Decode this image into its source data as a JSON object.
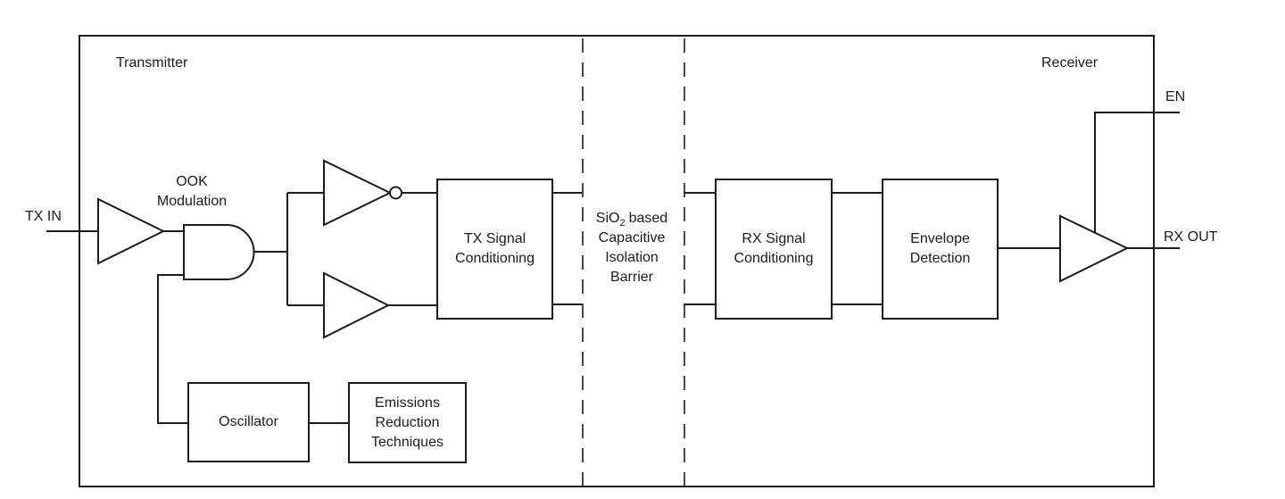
{
  "diagram": {
    "regions": {
      "transmitter": "Transmitter",
      "receiver": "Receiver"
    },
    "ports": {
      "tx_in": "TX IN",
      "en": "EN",
      "rx_out": "RX OUT"
    },
    "and_gate_label": {
      "line1": "OOK",
      "line2": "Modulation"
    },
    "isolation_barrier": {
      "formula_base": "SiO",
      "formula_subscript": "2",
      "formula_suffix": "based",
      "line2": "Capacitive",
      "line3": "Isolation",
      "line4": "Barrier"
    },
    "blocks": {
      "tx_signal_conditioning": {
        "line1": "TX Signal",
        "line2": "Conditioning"
      },
      "rx_signal_conditioning": {
        "line1": "RX Signal",
        "line2": "Conditioning"
      },
      "envelope_detection": {
        "line1": "Envelope",
        "line2": "Detection"
      },
      "oscillator": {
        "line1": "Oscillator"
      },
      "emissions_reduction": {
        "line1": "Emissions",
        "line2": "Reduction",
        "line3": "Techniques"
      }
    },
    "colors": {
      "line": "#1c1c1c",
      "text": "#1c1c1c",
      "background": "#ffffff"
    }
  }
}
